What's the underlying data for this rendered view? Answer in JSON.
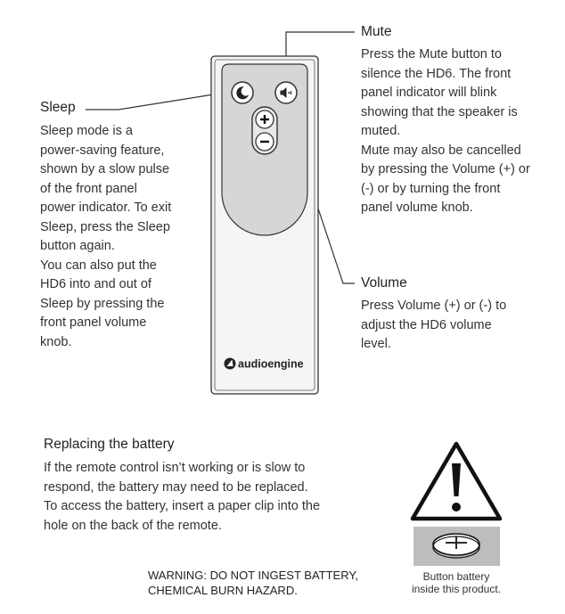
{
  "sleep": {
    "title": "Sleep",
    "body": "Sleep mode is a\npower-saving feature,\nshown by a slow pulse\nof the front panel\npower indicator. To exit\nSleep, press the Sleep\nbutton again.\nYou can also put the\nHD6 into and out of\nSleep by pressing the\nfront panel volume\nknob."
  },
  "mute": {
    "title": "Mute",
    "body": "Press the Mute button to\nsilence the HD6. The front\npanel indicator will blink\nshowing that the speaker is\nmuted.\nMute may also be cancelled\nby pressing the Volume (+) or\n(-) or by turning the front\npanel volume knob."
  },
  "volume": {
    "title": "Volume",
    "body": "Press Volume (+) or (-) to\nadjust the HD6 volume\nlevel."
  },
  "remote": {
    "brand": "audioengine",
    "plus": "+",
    "minus": "−"
  },
  "battery": {
    "title": "Replacing the battery",
    "body": "If the remote control isn’t working or is slow to\nrespond, the battery may need to be replaced.\nTo access the battery, insert a paper clip into the\nhole on the back of the remote.",
    "warning": "WARNING:  DO NOT INGEST BATTERY,\nCHEMICAL BURN HAZARD.",
    "caption": "Button battery\ninside this product."
  }
}
